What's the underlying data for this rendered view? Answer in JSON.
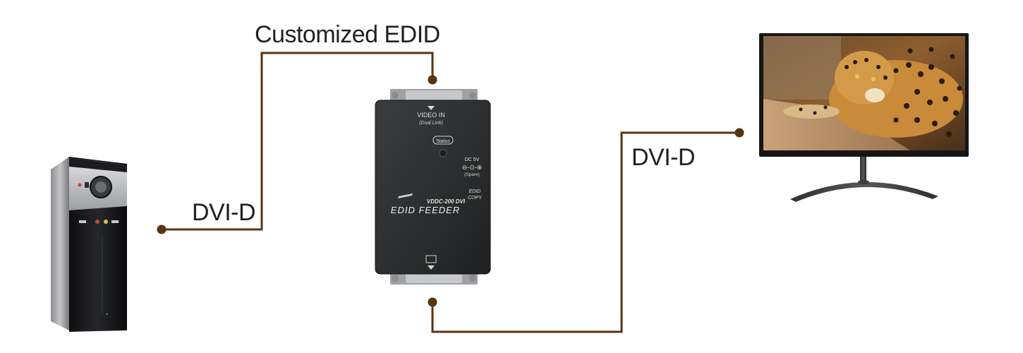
{
  "labels": {
    "customized_edid": "Customized EDID",
    "dvi_left": "DVI-D",
    "dvi_right": "DVI-D"
  },
  "device": {
    "video_in": "VIDEO IN",
    "dual_link": "(Dual Link)",
    "status": "Status",
    "dc": "DC 5V",
    "spare": "(Spare)",
    "model": "VDDC-200 DVI",
    "name": "EDID FEEDER",
    "edid": "EDID",
    "copy": "COPY"
  },
  "colors": {
    "connector_line": "#5a3412",
    "device_body": "#2b2d2e",
    "text": "#231f20"
  },
  "icons": [
    "pc-tower-icon",
    "monitor-icon",
    "edid-feeder-device-icon"
  ]
}
